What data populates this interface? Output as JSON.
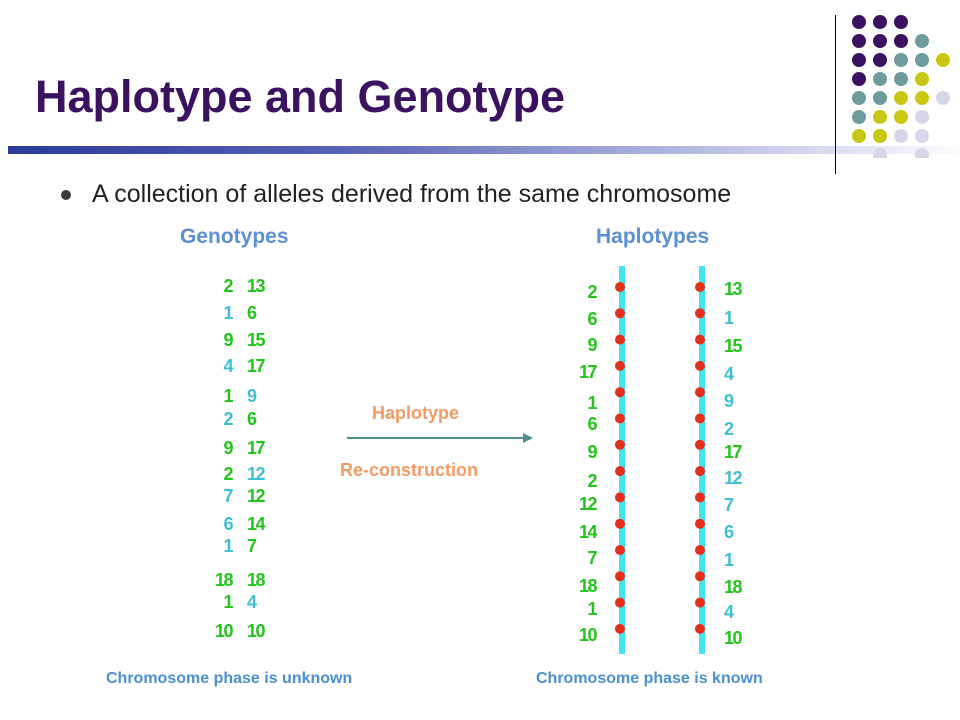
{
  "slide": {
    "title": "Haplotype and Genotype",
    "bullet": "A collection of alleles derived from the same chromosome"
  },
  "headers": {
    "genotypes": "Genotypes",
    "haplotypes": "Haplotypes"
  },
  "arrow": {
    "top_label": "Haplotype",
    "bottom_label": "Re-construction"
  },
  "footers": {
    "left": "Chromosome phase is unknown",
    "right": "Chromosome phase is known"
  },
  "colors": {
    "title": "#3b1260",
    "green": "#22c41a",
    "cyan": "#3ec0d0",
    "orange": "#f59a63",
    "blue": "#4a8fd0",
    "chromosome": "#3fe6ef",
    "snp_dot": "#e62e1c",
    "dot_purple": "#3b1260",
    "dot_teal": "#6e9c9c",
    "dot_olive": "#c8c814",
    "dot_lavender": "#d6d6e8"
  },
  "genotypes": [
    {
      "a": "2",
      "a_color": "green",
      "b": "13",
      "b_color": "green"
    },
    {
      "a": "1",
      "a_color": "cyan",
      "b": "6",
      "b_color": "green"
    },
    {
      "a": "9",
      "a_color": "green",
      "b": "15",
      "b_color": "green"
    },
    {
      "a": "4",
      "a_color": "cyan",
      "b": "17",
      "b_color": "green"
    },
    {
      "a": "1",
      "a_color": "green",
      "b": "9",
      "b_color": "cyan"
    },
    {
      "a": "2",
      "a_color": "cyan",
      "b": "6",
      "b_color": "green"
    },
    {
      "a": "9",
      "a_color": "green",
      "b": "17",
      "b_color": "green"
    },
    {
      "a": "2",
      "a_color": "green",
      "b": "12",
      "b_color": "cyan"
    },
    {
      "a": "7",
      "a_color": "cyan",
      "b": "12",
      "b_color": "green"
    },
    {
      "a": "6",
      "a_color": "cyan",
      "b": "14",
      "b_color": "green"
    },
    {
      "a": "1",
      "a_color": "cyan",
      "b": "7",
      "b_color": "green"
    },
    {
      "a": "18",
      "a_color": "green",
      "b": "18",
      "b_color": "green"
    },
    {
      "a": "1",
      "a_color": "green",
      "b": "4",
      "b_color": "cyan"
    },
    {
      "a": "10",
      "a_color": "green",
      "b": "10",
      "b_color": "green"
    }
  ],
  "haplotypes": {
    "left": [
      {
        "v": "2",
        "color": "green"
      },
      {
        "v": "6",
        "color": "green"
      },
      {
        "v": "9",
        "color": "green"
      },
      {
        "v": "17",
        "color": "green"
      },
      {
        "v": "1",
        "color": "green"
      },
      {
        "v": "6",
        "color": "green"
      },
      {
        "v": "9",
        "color": "green"
      },
      {
        "v": "2",
        "color": "green"
      },
      {
        "v": "12",
        "color": "green"
      },
      {
        "v": "14",
        "color": "green"
      },
      {
        "v": "7",
        "color": "green"
      },
      {
        "v": "18",
        "color": "green"
      },
      {
        "v": "1",
        "color": "green"
      },
      {
        "v": "10",
        "color": "green"
      }
    ],
    "right": [
      {
        "v": "13",
        "color": "green"
      },
      {
        "v": "1",
        "color": "cyan"
      },
      {
        "v": "15",
        "color": "green"
      },
      {
        "v": "4",
        "color": "cyan"
      },
      {
        "v": "9",
        "color": "cyan"
      },
      {
        "v": "2",
        "color": "cyan"
      },
      {
        "v": "17",
        "color": "green"
      },
      {
        "v": "12",
        "color": "cyan"
      },
      {
        "v": "7",
        "color": "cyan"
      },
      {
        "v": "6",
        "color": "cyan"
      },
      {
        "v": "1",
        "color": "cyan"
      },
      {
        "v": "18",
        "color": "green"
      },
      {
        "v": "4",
        "color": "cyan"
      },
      {
        "v": "10",
        "color": "green"
      }
    ]
  }
}
